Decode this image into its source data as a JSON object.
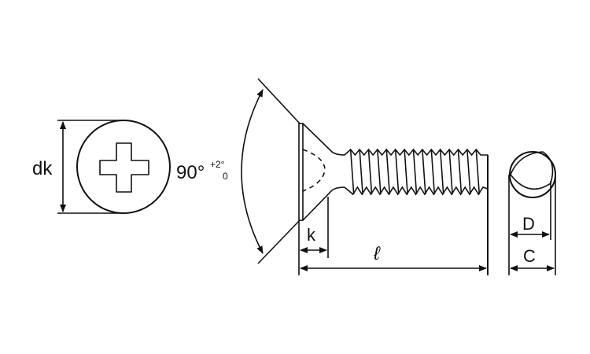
{
  "labels": {
    "head_diameter": "dk",
    "angle": "90°",
    "angle_tol_plus": "+2°",
    "angle_tol_minus": "0",
    "head_height": "k",
    "length": "ℓ",
    "diameter_d": "D",
    "diameter_c": "C"
  },
  "colors": {
    "line": "#111111",
    "background": "#ffffff"
  }
}
